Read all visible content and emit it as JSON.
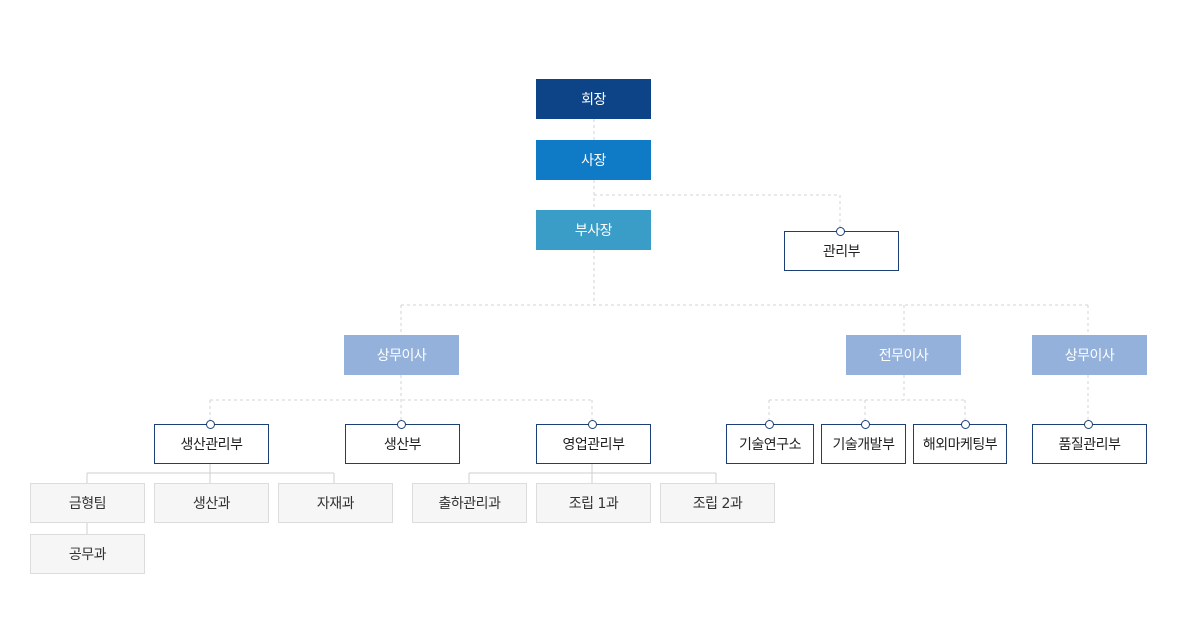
{
  "org": {
    "chairman": "회장",
    "president": "사장",
    "vice_president": "부사장",
    "admin_dept": "관리부",
    "director_1": "상무이사",
    "director_2": "전무이사",
    "director_3": "상무이사",
    "prod_mgmt": "생산관리부",
    "production": "생산부",
    "sales_mgmt": "영업관리부",
    "tech_lab": "기술연구소",
    "tech_dev": "기술개발부",
    "overseas_mkt": "해외마케팅부",
    "quality_mgmt": "품질관리부",
    "mold_team": "금형팀",
    "production_section": "생산과",
    "materials_section": "자재과",
    "shipping_mgmt": "출하관리과",
    "assembly_1": "조립 1과",
    "assembly_2": "조립 2과",
    "works_section": "공무과"
  },
  "colors": {
    "line": "#d3d3d3",
    "team_line": "#cfcfcf"
  }
}
